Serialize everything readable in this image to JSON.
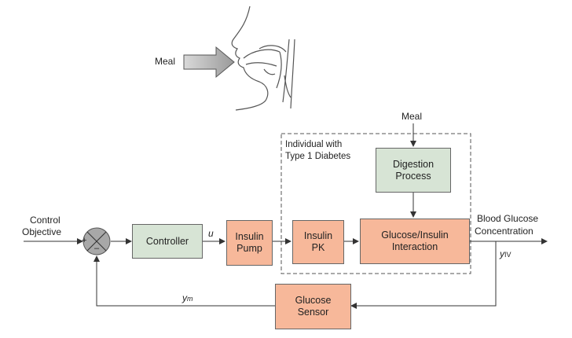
{
  "illustration": {
    "meal_label": "Meal"
  },
  "diagram": {
    "meal_label": "Meal",
    "group_label_line1": "Individual with",
    "group_label_line2": "Type 1 Diabetes",
    "control_objective_line1": "Control",
    "control_objective_line2": "Objective",
    "sum_plus": "+",
    "sum_minus": "–",
    "controller": "Controller",
    "signal_u": "u",
    "insulin_pump_line1": "Insulin",
    "insulin_pump_line2": "Pump",
    "insulin_pk_line1": "Insulin",
    "insulin_pk_line2": "PK",
    "digestion_line1": "Digestion",
    "digestion_line2": "Process",
    "interaction_line1": "Glucose/Insulin",
    "interaction_line2": "Interaction",
    "output_line1": "Blood Glucose",
    "output_line2": "Concentration",
    "signal_yiv_base": "y",
    "signal_yiv_sub": "IV",
    "signal_ym_base": "y",
    "signal_ym_sub": "m",
    "sensor_line1": "Glucose",
    "sensor_line2": "Sensor"
  },
  "colors": {
    "block_fill": "#f7b89a",
    "digestion_fill": "#d7e4d5",
    "controller_fill": "#d7e4d5",
    "summing_junction_fill": "#a8a8a8",
    "line": "#333333"
  }
}
